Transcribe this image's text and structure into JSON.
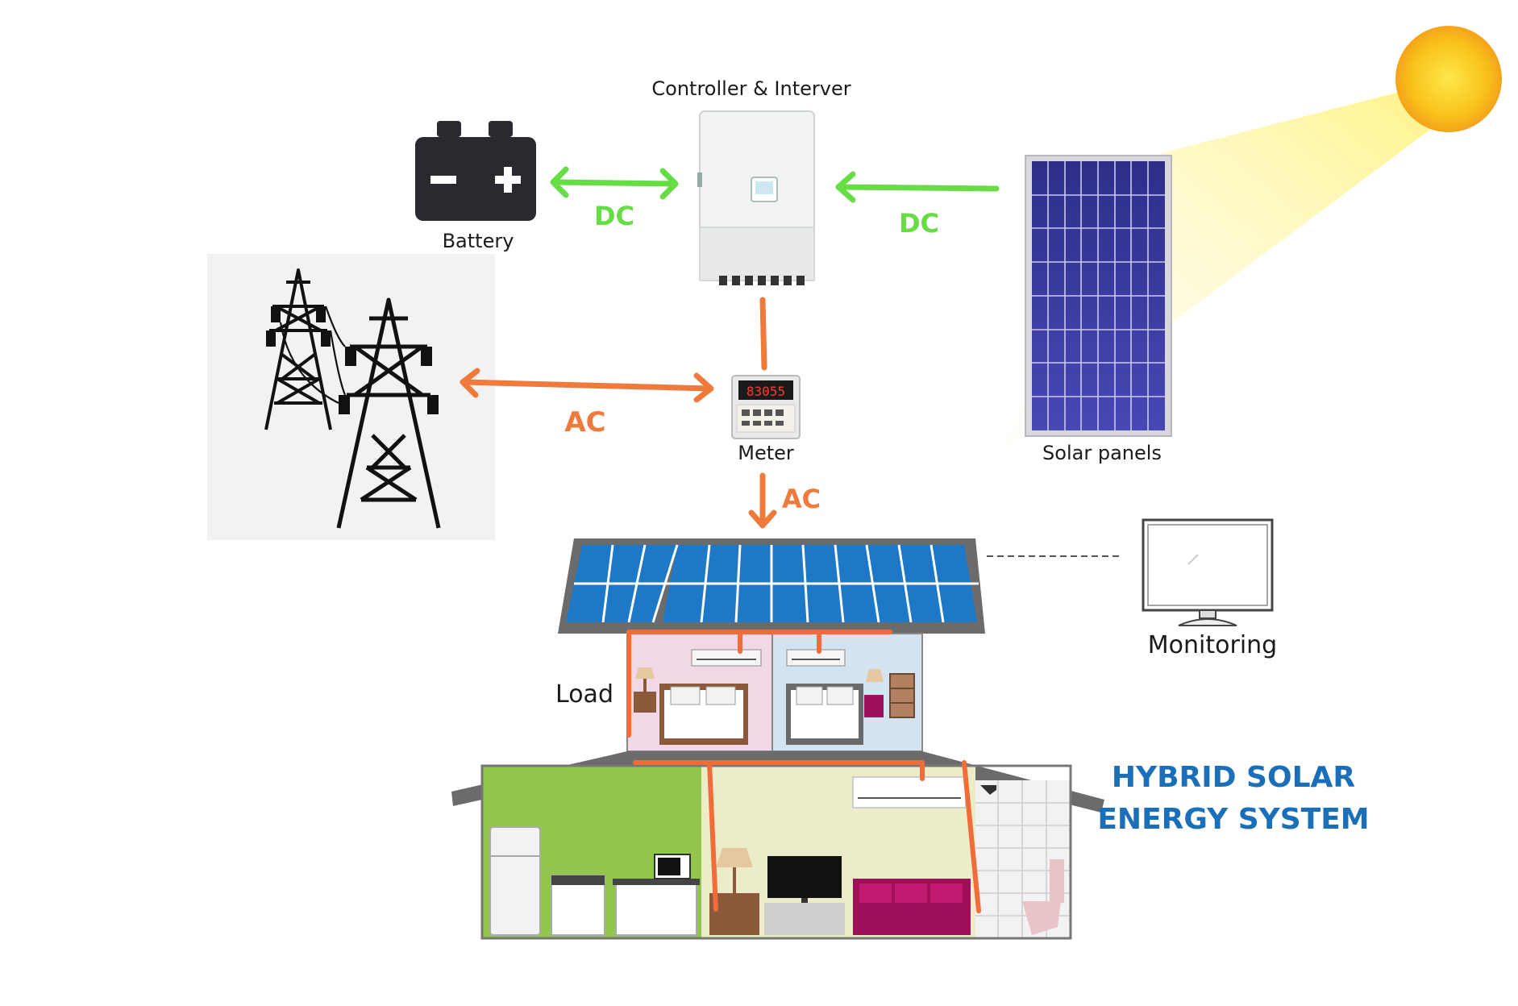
{
  "labels": {
    "controller": "Controller & Interver",
    "battery": "Battery",
    "meter": "Meter",
    "solar_panels": "Solar panels",
    "monitoring": "Monitoring",
    "load": "Load"
  },
  "flows": {
    "battery_controller": "DC",
    "panels_controller": "DC",
    "grid_meter": "AC",
    "meter_house": "AC"
  },
  "meter_display": "83055",
  "headline": {
    "line1": "HYBRID SOLAR",
    "line2": "ENERGY SYSTEM"
  },
  "colors": {
    "dc": "#66dd44",
    "ac": "#f07a3c",
    "headline": "#1a6fb8",
    "sun": "#f8b81e",
    "panel": "#3a3a9c",
    "roof_panel": "#1e78c8",
    "wire": "#f26b3a"
  }
}
